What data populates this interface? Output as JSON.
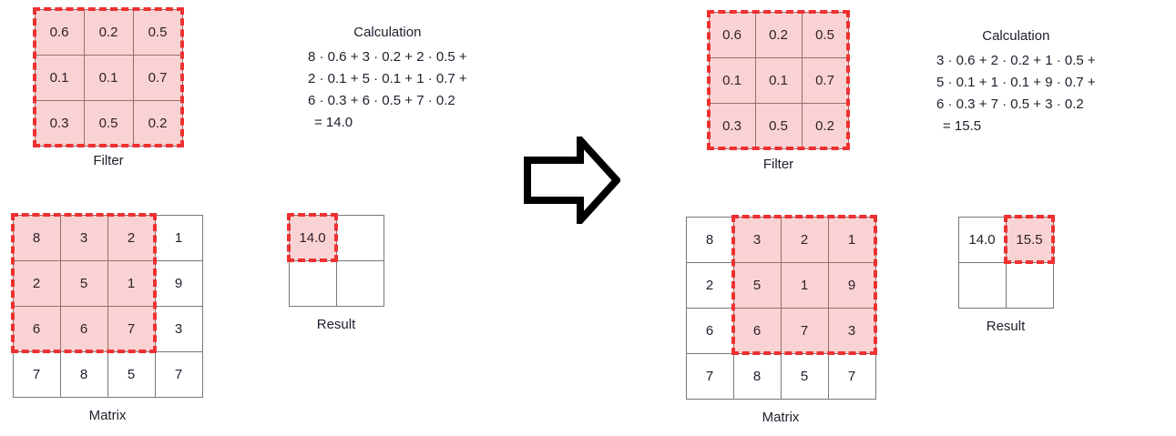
{
  "colors": {
    "highlight_fill": "#f9d3d3",
    "selection_border": "#f03030",
    "grid_border": "#787878",
    "text": "#20202e",
    "arrow": "#000000"
  },
  "left_panel": {
    "filter": {
      "caption": "Filter",
      "rows": [
        [
          "0.6",
          "0.2",
          "0.5"
        ],
        [
          "0.1",
          "0.1",
          "0.7"
        ],
        [
          "0.3",
          "0.5",
          "0.2"
        ]
      ],
      "highlight": {
        "row": 0,
        "col": 0,
        "rows": 3,
        "cols": 3
      }
    },
    "calculation": {
      "title": "Calculation",
      "lines": [
        "8 · 0.6 + 3 · 0.2 + 2 · 0.5 +",
        "2 · 0.1 + 5 · 0.1 + 1 · 0.7 +",
        "6 · 0.3 + 6 · 0.5 + 7 · 0.2"
      ],
      "result": "= 14.0"
    },
    "matrix": {
      "caption": "Matrix",
      "rows": [
        [
          "8",
          "3",
          "2",
          "1"
        ],
        [
          "2",
          "5",
          "1",
          "9"
        ],
        [
          "6",
          "6",
          "7",
          "3"
        ],
        [
          "7",
          "8",
          "5",
          "7"
        ]
      ],
      "highlight": {
        "row": 0,
        "col": 0,
        "rows": 3,
        "cols": 3
      }
    },
    "result": {
      "caption": "Result",
      "rows": [
        [
          "14.0",
          ""
        ],
        [
          "",
          ""
        ]
      ],
      "highlight": {
        "row": 0,
        "col": 0,
        "rows": 1,
        "cols": 1
      }
    }
  },
  "arrow": {
    "icon": "right-arrow-icon"
  },
  "right_panel": {
    "filter": {
      "caption": "Filter",
      "rows": [
        [
          "0.6",
          "0.2",
          "0.5"
        ],
        [
          "0.1",
          "0.1",
          "0.7"
        ],
        [
          "0.3",
          "0.5",
          "0.2"
        ]
      ],
      "highlight": {
        "row": 0,
        "col": 0,
        "rows": 3,
        "cols": 3
      }
    },
    "calculation": {
      "title": "Calculation",
      "lines": [
        "3 · 0.6 + 2 · 0.2 + 1 · 0.5 +",
        "5 · 0.1 + 1 · 0.1 + 9 · 0.7 +",
        "6 · 0.3 + 7 · 0.5 + 3 · 0.2"
      ],
      "result": "= 15.5"
    },
    "matrix": {
      "caption": "Matrix",
      "rows": [
        [
          "8",
          "3",
          "2",
          "1"
        ],
        [
          "2",
          "5",
          "1",
          "9"
        ],
        [
          "6",
          "6",
          "7",
          "3"
        ],
        [
          "7",
          "8",
          "5",
          "7"
        ]
      ],
      "highlight": {
        "row": 0,
        "col": 1,
        "rows": 3,
        "cols": 3
      }
    },
    "result": {
      "caption": "Result",
      "rows": [
        [
          "14.0",
          "15.5"
        ],
        [
          "",
          ""
        ]
      ],
      "highlight": {
        "row": 0,
        "col": 1,
        "rows": 1,
        "cols": 1
      }
    }
  }
}
